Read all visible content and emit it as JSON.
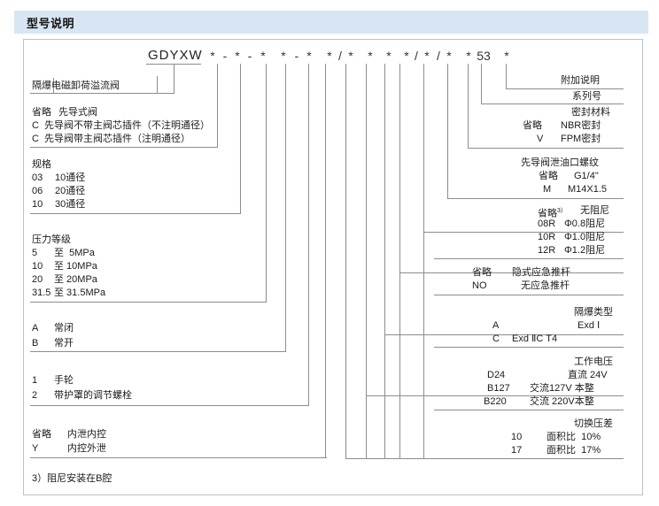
{
  "header": {
    "title": "型号说明"
  },
  "code_row": {
    "model_prefix": "GDYXW",
    "tokens": [
      "*",
      "-",
      "*",
      "-",
      "*",
      "*",
      "-",
      "*",
      "*",
      "/",
      "*",
      "*",
      "*",
      "*",
      "/",
      "*",
      "/",
      "*",
      "*",
      "53",
      "*"
    ],
    "series_number": "53"
  },
  "left_groups": [
    {
      "id": "product-name",
      "title": "隔爆电磁卸荷溢流阀",
      "rows": []
    },
    {
      "id": "pilot-type",
      "title": "",
      "rows": [
        {
          "code": "省略",
          "desc": "先导式阀"
        },
        {
          "code": "C",
          "desc": "先导阀不带主阀芯插件（不注明通径）"
        },
        {
          "code": "C",
          "desc": "先导阀带主阀芯插件（注明通径）"
        }
      ]
    },
    {
      "id": "size",
      "title": "规格",
      "rows": [
        {
          "code": "03",
          "desc": "10通径"
        },
        {
          "code": "06",
          "desc": "20通径"
        },
        {
          "code": "10",
          "desc": "30通径"
        }
      ]
    },
    {
      "id": "pressure-rating",
      "title": "压力等级",
      "rows": [
        {
          "code": "5",
          "desc": "至  5MPa"
        },
        {
          "code": "10",
          "desc": "至 10MPa"
        },
        {
          "code": "20",
          "desc": "至 20MPa"
        },
        {
          "code": "31.5",
          "desc": "至 31.5MPa"
        }
      ]
    },
    {
      "id": "normal-state",
      "title": "",
      "rows": [
        {
          "code": "A",
          "desc": "常闭"
        },
        {
          "code": "B",
          "desc": "常开"
        }
      ]
    },
    {
      "id": "adjust-type",
      "title": "",
      "rows": [
        {
          "code": "1",
          "desc": "手轮"
        },
        {
          "code": "2",
          "desc": "带护罩的调节螺栓"
        }
      ]
    },
    {
      "id": "drain-control",
      "title": "",
      "rows": [
        {
          "code": "省略",
          "desc": "内泄内控"
        },
        {
          "code": "Y",
          "desc": "内控外泄"
        }
      ]
    }
  ],
  "footnote": "3）阻尼安装在B腔",
  "right_groups": [
    {
      "id": "additional-note",
      "title": "附加说明",
      "rows": []
    },
    {
      "id": "series-number",
      "title": "系列号",
      "rows": []
    },
    {
      "id": "seal-material",
      "title": "密封材料",
      "rows": [
        {
          "code": "省略",
          "desc": "NBR密封"
        },
        {
          "code": "V",
          "desc": "FPM密封"
        }
      ]
    },
    {
      "id": "pilot-drain-thread",
      "title": "先导阀泄油口螺纹",
      "rows": [
        {
          "code": "省略",
          "desc": "G1/4\""
        },
        {
          "code": "M",
          "desc": "M14X1.5"
        }
      ]
    },
    {
      "id": "damping",
      "title": "",
      "rows": [
        {
          "code": "省略",
          "code_sup": "3）",
          "desc": "无阻尼"
        },
        {
          "code": "08R",
          "desc": "Φ0.8阻尼"
        },
        {
          "code": "10R",
          "desc": "Φ1.0阻尼"
        },
        {
          "code": "12R",
          "desc": "Φ1.2阻尼"
        }
      ]
    },
    {
      "id": "emergency-push-rod",
      "title": "",
      "rows": [
        {
          "code": "省略",
          "desc": "隐式应急推杆"
        },
        {
          "code": "NO",
          "desc": "无应急推杆"
        }
      ]
    },
    {
      "id": "explosion-proof-type",
      "title": "隔爆类型",
      "rows": [
        {
          "code": "A",
          "desc": "Exd Ⅰ"
        },
        {
          "code": "C",
          "desc": "Exd ⅡC T4"
        }
      ]
    },
    {
      "id": "working-voltage",
      "title": "工作电压",
      "rows": [
        {
          "code": "D24",
          "desc": "直流 24V"
        },
        {
          "code": "B127",
          "desc": "交流127V 本整"
        },
        {
          "code": "B220",
          "desc": "交流 220V本整"
        }
      ]
    },
    {
      "id": "switch-pressure-diff",
      "title": "切换压差",
      "rows": [
        {
          "code": "10",
          "desc": "面积比  10%"
        },
        {
          "code": "17",
          "desc": "面积比  17%"
        }
      ]
    }
  ],
  "colors": {
    "header_bg": "#d7e6f2",
    "panel_border": "#b9c3cc",
    "line": "#8d8d8d",
    "text": "#1b1b1b"
  }
}
